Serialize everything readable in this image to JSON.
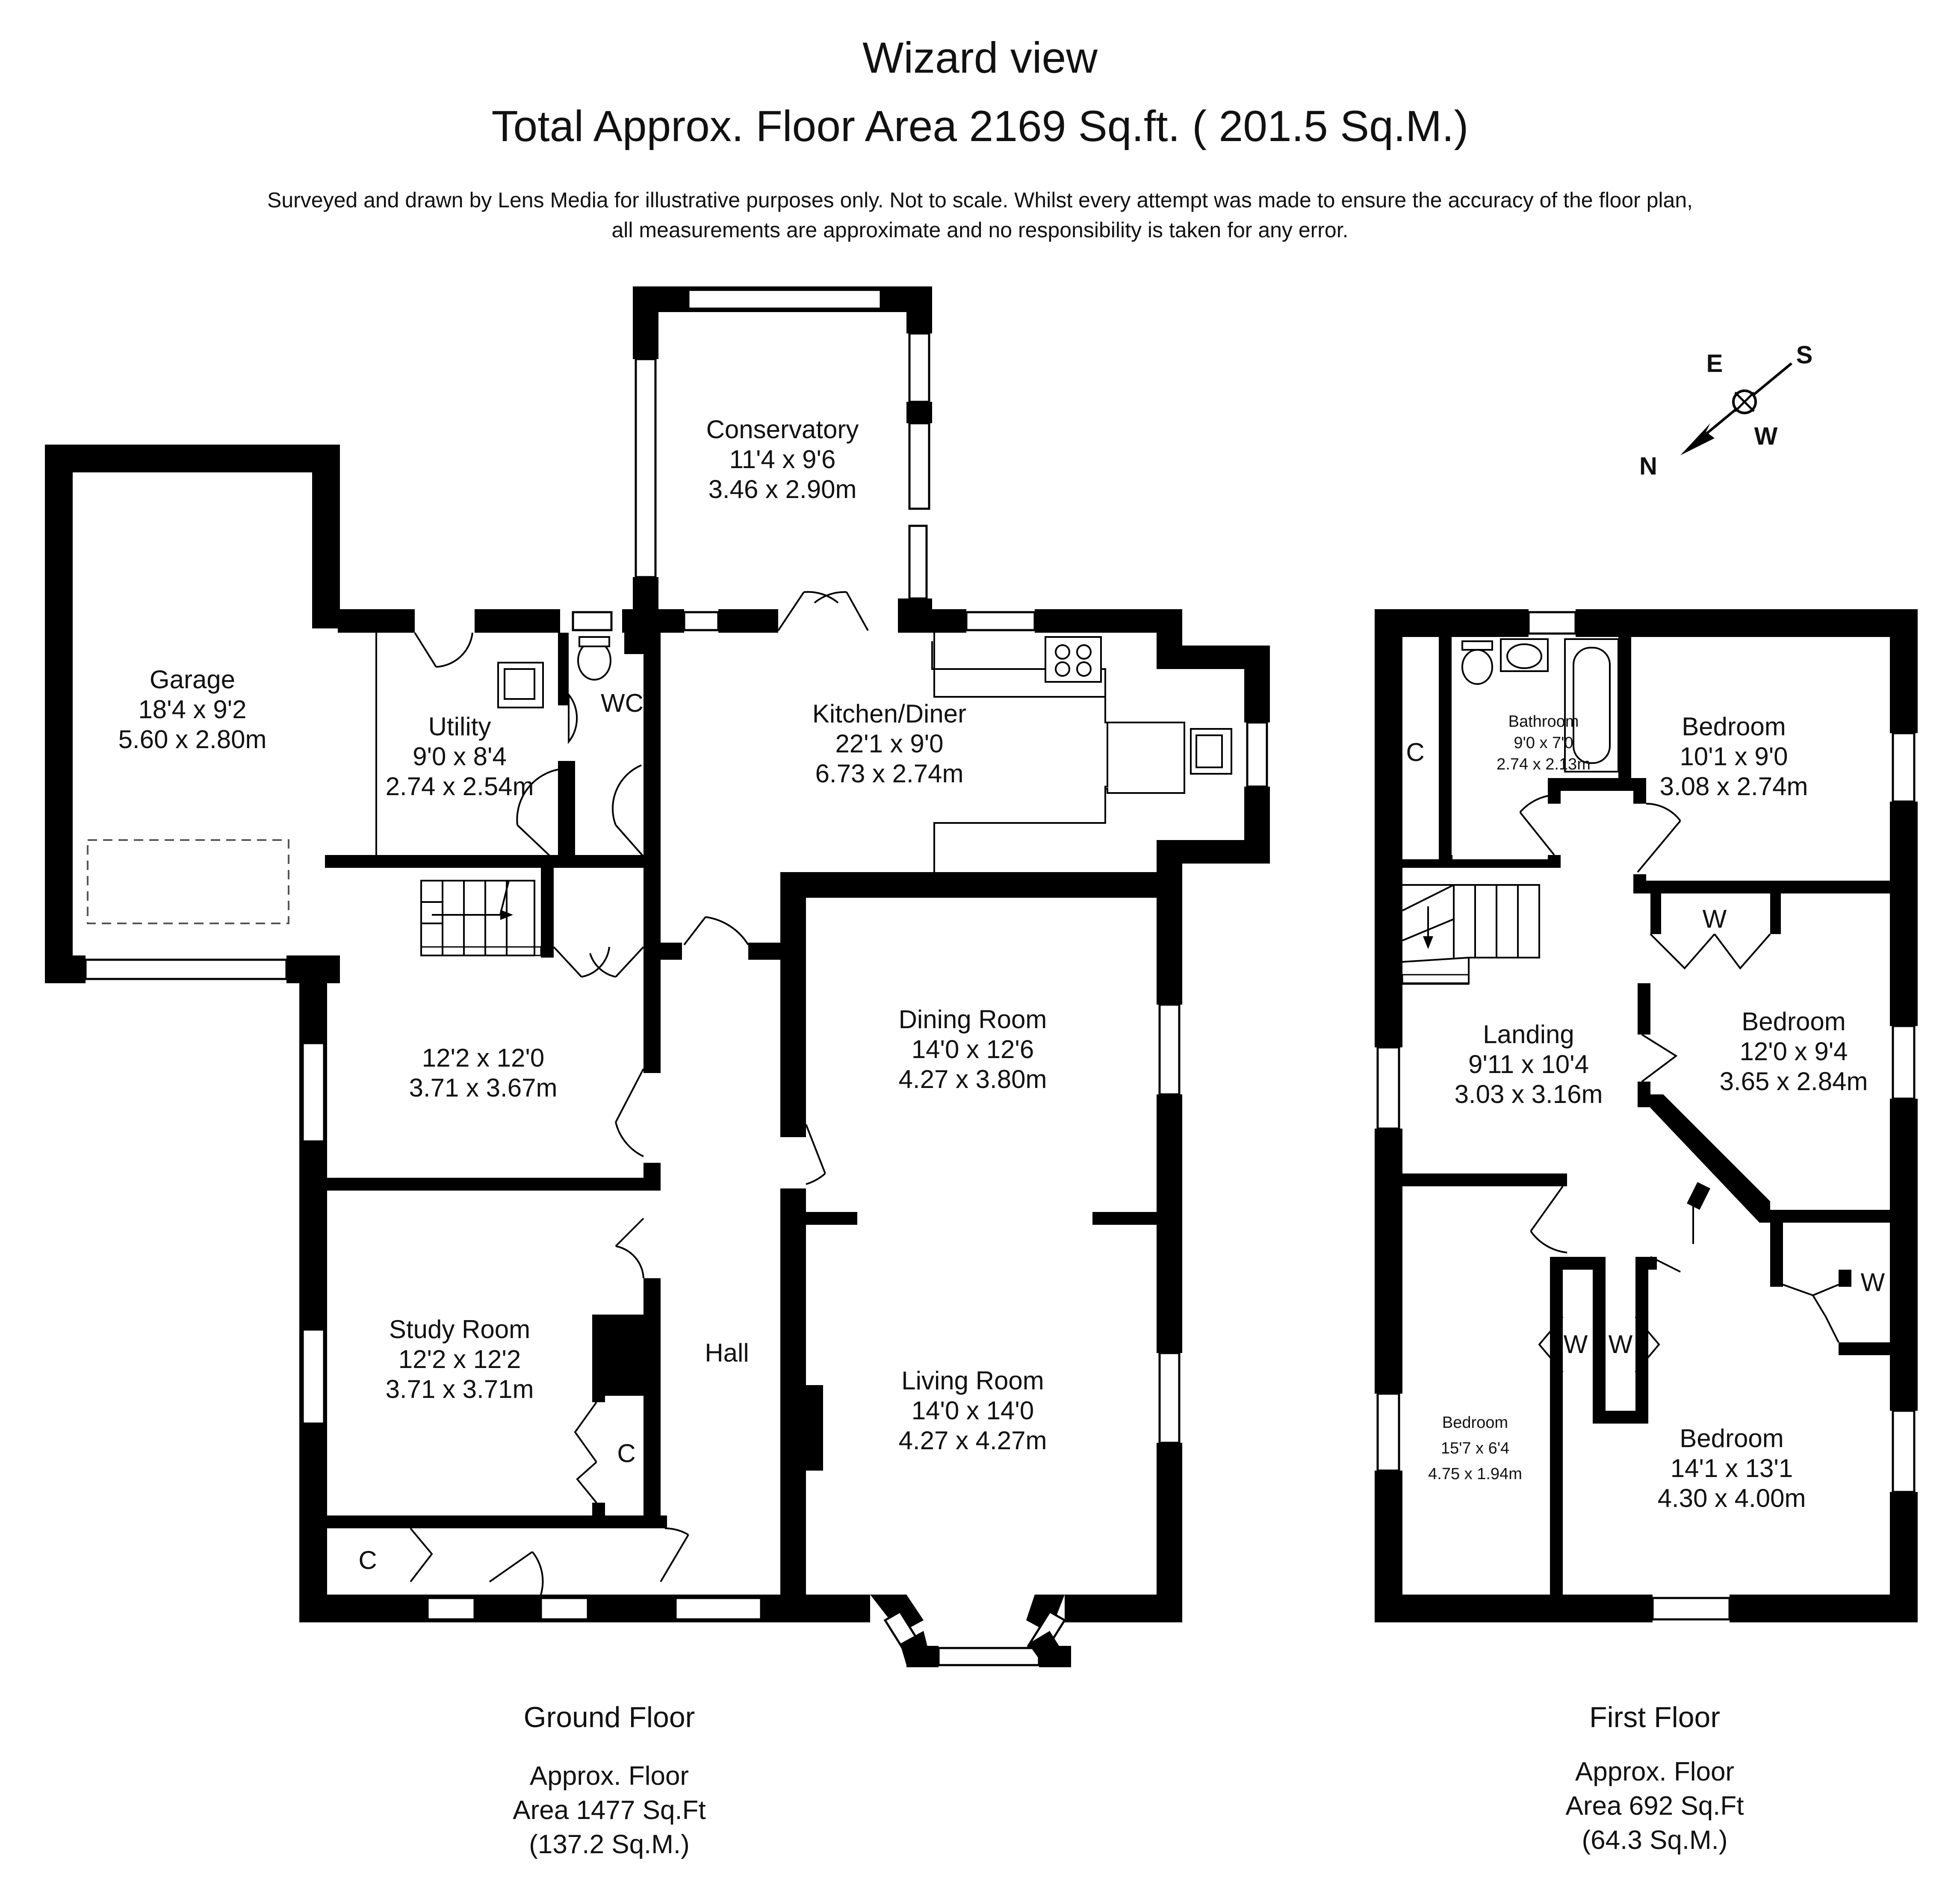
{
  "header": {
    "title": "Wizard view",
    "total_area": "Total Approx. Floor Area 2169 Sq.ft. ( 201.5 Sq.M.)",
    "disclaimer_line1": "Surveyed and drawn by Lens Media for illustrative purposes only. Not to scale. Whilst every attempt was made to ensure the accuracy of the floor plan,",
    "disclaimer_line2": "all measurements are approximate and no responsibility is taken for any error."
  },
  "compass": {
    "e": "E",
    "s": "S",
    "w": "W",
    "n": "N"
  },
  "ground_floor": {
    "name": "Ground Floor",
    "area_line1": "Approx. Floor",
    "area_line2": "Area 1477 Sq.Ft",
    "area_line3": "(137.2 Sq.M.)",
    "rooms": {
      "garage": {
        "name": "Garage",
        "imperial": "18'4 x 9'2",
        "metric": "5.60 x 2.80m"
      },
      "utility": {
        "name": "Utility",
        "imperial": "9'0 x 8'4",
        "metric": "2.74 x 2.54m"
      },
      "wc": {
        "name": "WC"
      },
      "conservatory": {
        "name": "Conservatory",
        "imperial": "11'4 x 9'6",
        "metric": "3.46 x 2.90m"
      },
      "kitchen": {
        "name": "Kitchen/Diner",
        "imperial": "22'1 x 9'0",
        "metric": "6.73 x 2.74m"
      },
      "unnamed": {
        "imperial": "12'2 x 12'0",
        "metric": "3.71 x 3.67m"
      },
      "dining": {
        "name": "Dining Room",
        "imperial": "14'0 x 12'6",
        "metric": "4.27 x 3.80m"
      },
      "study": {
        "name": "Study Room",
        "imperial": "12'2 x 12'2",
        "metric": "3.71 x 3.71m"
      },
      "hall": {
        "name": "Hall"
      },
      "living": {
        "name": "Living Room",
        "imperial": "14'0 x 14'0",
        "metric": "4.27 x 4.27m"
      },
      "cupboard_study": {
        "name": "C"
      },
      "cupboard_porch": {
        "name": "C"
      }
    }
  },
  "first_floor": {
    "name": "First Floor",
    "area_line1": "Approx. Floor",
    "area_line2": "Area 692 Sq.Ft",
    "area_line3": "(64.3 Sq.M.)",
    "rooms": {
      "bathroom": {
        "name": "Bathroom",
        "imperial": "9'0 x 7'0",
        "metric": "2.74 x 2.13m"
      },
      "cupboard": {
        "name": "C"
      },
      "bedroom1": {
        "name": "Bedroom",
        "imperial": "10'1 x 9'0",
        "metric": "3.08 x 2.74m"
      },
      "landing": {
        "name": "Landing",
        "imperial": "9'11 x 10'4",
        "metric": "3.03 x 3.16m"
      },
      "bedroom2": {
        "name": "Bedroom",
        "imperial": "12'0 x 9'4",
        "metric": "3.65 x 2.84m"
      },
      "bedroom3": {
        "name": "Bedroom",
        "imperial": "15'7 x 6'4",
        "metric": "4.75 x 1.94m"
      },
      "bedroom4": {
        "name": "Bedroom",
        "imperial": "14'1 x 13'1",
        "metric": "4.30 x 4.00m"
      },
      "wardrobe1": {
        "name": "W"
      },
      "wardrobe2": {
        "name": "W"
      },
      "wardrobe3": {
        "name": "W"
      },
      "wardrobe4": {
        "name": "W"
      }
    }
  }
}
